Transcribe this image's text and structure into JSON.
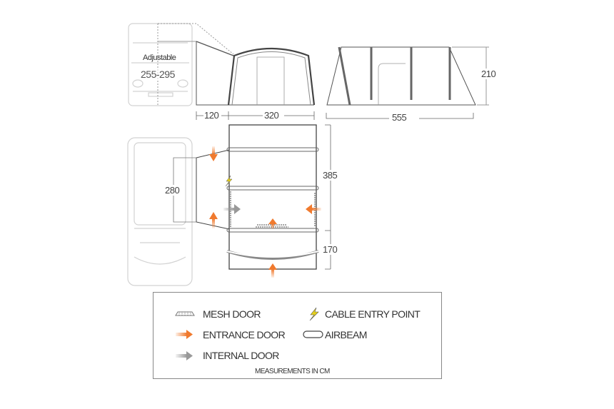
{
  "side_view": {
    "adjustable_label": "Adjustable",
    "adjustable_range": "255-295",
    "dim_tunnel": "120",
    "dim_width": "320"
  },
  "end_view": {
    "dim_length": "555",
    "dim_height": "210"
  },
  "floor_plan": {
    "dim_tunnel_width": "280",
    "dim_main_depth": "385",
    "dim_porch_depth": "170"
  },
  "legend": {
    "items": [
      {
        "icon": "mesh-door-icon",
        "label": "MESH DOOR"
      },
      {
        "icon": "cable-entry-icon",
        "label": "CABLE ENTRY POINT"
      },
      {
        "icon": "entrance-door-arrow-icon",
        "label": "ENTRANCE DOOR"
      },
      {
        "icon": "airbeam-icon",
        "label": "AIRBEAM"
      },
      {
        "icon": "internal-door-arrow-icon",
        "label": "INTERNAL DOOR"
      }
    ],
    "footer": "MEASUREMENTS IN CM"
  },
  "colors": {
    "entrance": "#f07a2e",
    "internal": "#9a9a9a",
    "cable": "#e8d21a",
    "outline": "#444444",
    "vehicle": "#cfcfcf"
  }
}
